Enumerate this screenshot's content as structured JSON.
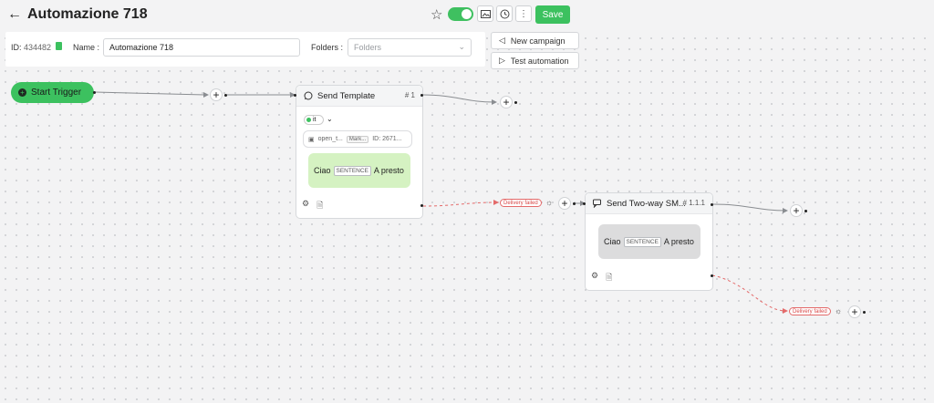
{
  "header": {
    "back_icon": "arrow-left-icon",
    "title": "Automazione 718",
    "save_label": "Save",
    "accent": "#3cc15f"
  },
  "form": {
    "id_label": "ID:",
    "id_value": "434482",
    "name_label": "Name :",
    "name_value": "Automazione 718",
    "folders_label": "Folders :",
    "folders_placeholder": "Folders"
  },
  "actions": {
    "new_campaign": "New campaign",
    "test_automation": "Test automation"
  },
  "trigger": {
    "label": "Start Trigger"
  },
  "node1": {
    "title": "Send Template",
    "number": "# 1",
    "language": "it",
    "template_name": "open_t...",
    "template_tag": "Mark...",
    "template_id": "ID: 2671...",
    "msg_before": "Ciao",
    "msg_var": "SENTENCE",
    "msg_after": "A presto"
  },
  "node2": {
    "title": "Send Two-way SM...",
    "number": "# 1.1.1",
    "msg_before": "Ciao",
    "msg_var": "SENTENCE",
    "msg_after": "A presto"
  },
  "edges": {
    "delivery_failed_1": "Delivery failed",
    "delivery_failed_2": "Delivery failed"
  }
}
